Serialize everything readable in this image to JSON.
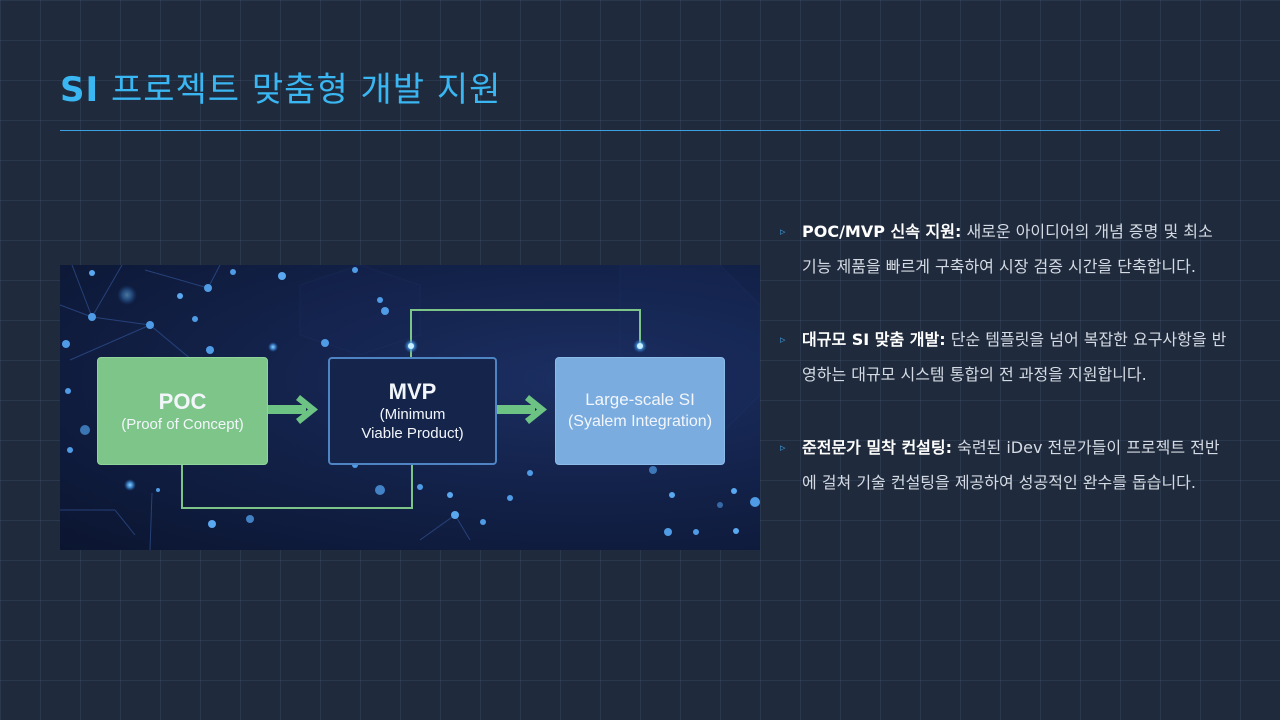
{
  "header": {
    "title_prefix": "SI",
    "title_rest": "프로젝트 맞춤형 개발 지원"
  },
  "figure": {
    "description": "POC to MVP to Large-scale SI flow diagram",
    "boxes": [
      {
        "id": "poc",
        "main": "POC",
        "sub_lines": [
          "(Proof of Concept)"
        ],
        "color": "#7ec58a"
      },
      {
        "id": "mvp",
        "main": "MVP",
        "sub_lines": [
          "(Minimum",
          "Viable Product)"
        ],
        "color": "#15244a"
      },
      {
        "id": "si",
        "main": "Large-scale SI",
        "sub_lines": [
          "(Syalem Integration)"
        ],
        "color": "#7aacdf"
      }
    ],
    "arrow_color": "#6cc383",
    "connector_color": "#7cc488"
  },
  "bullets": [
    {
      "marker": "▹",
      "label": "POC/MVP 신속 지원:",
      "text": " 새로운 아이디어의 개념 증명 및 최소 기능 제품을 빠르게 구축하여 시장 검증 시간을 단축합니다."
    },
    {
      "marker": "▹",
      "label": "대규모 SI 맞춤 개발:",
      "text": " 단순 템플릿을 넘어 복잡한 요구사항을 반영하는 대규모 시스템 통합의 전 과정을 지원합니다."
    },
    {
      "marker": "▹",
      "label": "준전문가 밀착 컨설팅:",
      "text": " 숙련된 iDev 전문가들이 프로젝트 전반에 걸쳐 기술 컨설팅을 제공하여 성공적인 완수를 돕습니다."
    }
  ],
  "colors": {
    "background": "#1f2a3c",
    "accent": "#3ab7f2",
    "divider": "#3aa0e0",
    "bullet_marker": "#3a8fc9",
    "body_text": "#d4dbe4"
  }
}
